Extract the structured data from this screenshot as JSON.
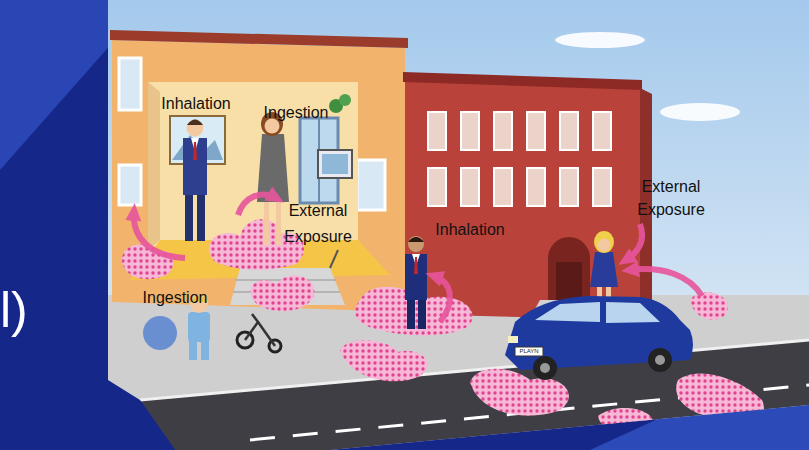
{
  "diagram": {
    "labels": [
      "Inhalation",
      "Ingestion",
      "External Exposure",
      "External Exposure",
      "Inhalation",
      "Ingestion",
      "l)",
      "PLAYN"
    ]
  }
}
